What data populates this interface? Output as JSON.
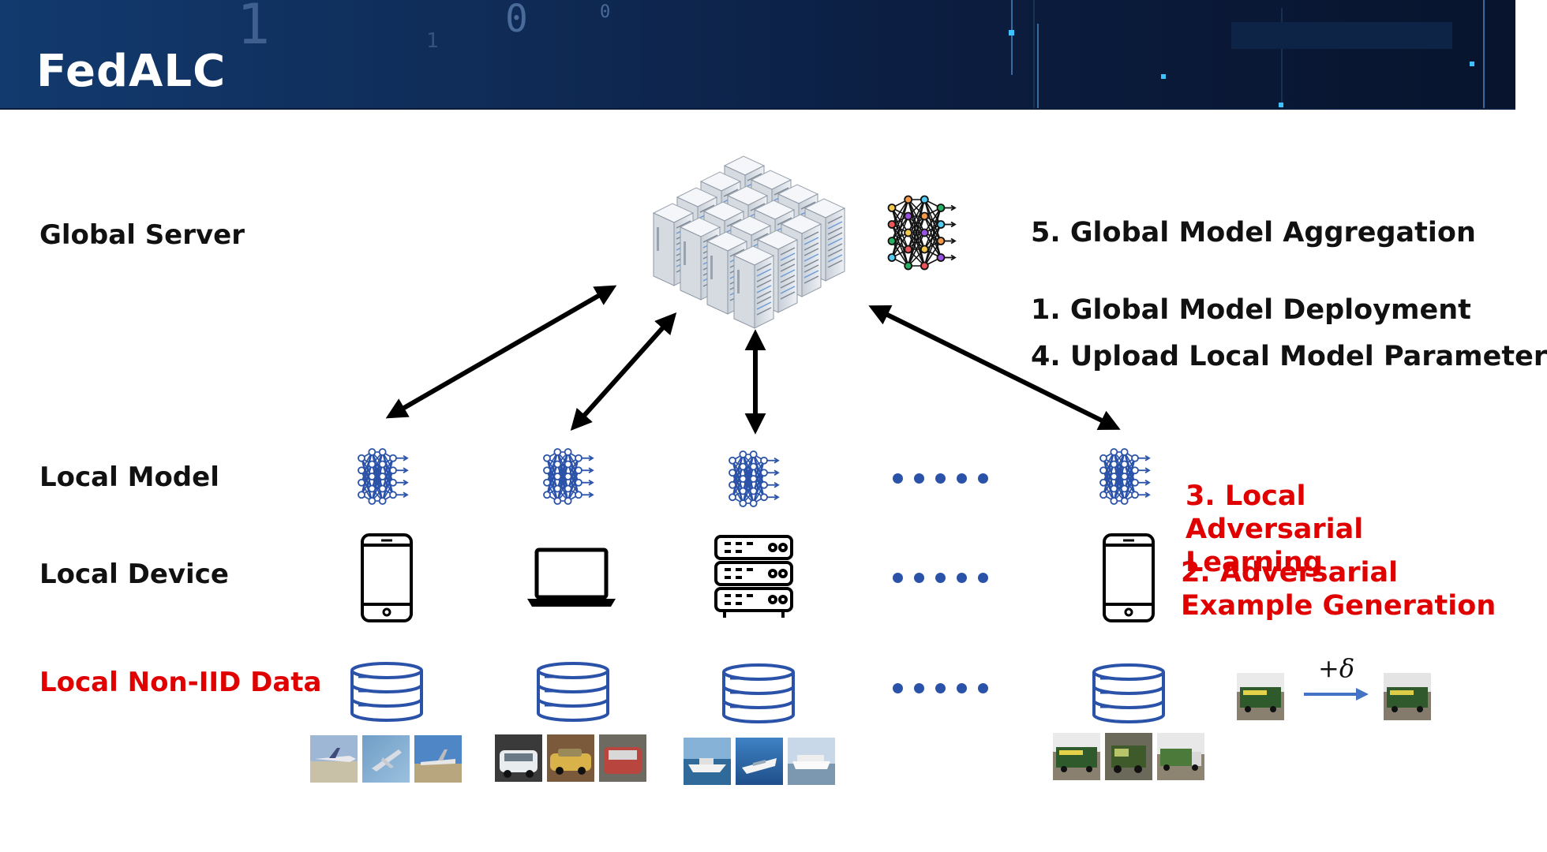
{
  "header": {
    "title": "FedALC"
  },
  "rows": {
    "global_server": "Global Server",
    "local_model": "Local Model",
    "local_device": "Local Device",
    "local_data": "Local Non-IID Data"
  },
  "steps": {
    "aggregation": "5. Global Model Aggregation",
    "deployment": "1. Global Model Deployment",
    "upload": "4. Upload Local Model Parameter",
    "adversarial_learning": "3. Local Adversarial Learning",
    "example_generation": "2. Adversarial Example Generation"
  },
  "perturbation": {
    "label": "+δ"
  },
  "clients": [
    {
      "device": "smartphone-icon",
      "data_class": "airplane"
    },
    {
      "device": "laptop-icon",
      "data_class": "automobile"
    },
    {
      "device": "server-rack-icon",
      "data_class": "ship"
    },
    {
      "device": "smartphone-icon",
      "data_class": "truck"
    }
  ],
  "colors": {
    "banner": "#0f2a55",
    "accent_red": "#e00000",
    "icon_blue": "#2a52a8",
    "arrow": "#000000"
  }
}
